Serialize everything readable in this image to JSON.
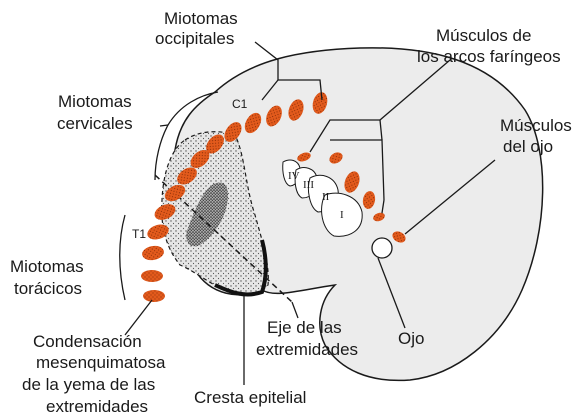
{
  "labels": {
    "miotomas_occipitales_1": "Miotomas",
    "miotomas_occipitales_2": "occipitales",
    "musculos_arcos_1": "Músculos de",
    "musculos_arcos_2": "los arcos faríngeos",
    "miotomas_cervicales_1": "Miotomas",
    "miotomas_cervicales_2": "cervicales",
    "musculos_ojo_1": "Músculos",
    "musculos_ojo_2": "del ojo",
    "miotomas_toracicos_1": "Miotomas",
    "miotomas_toracicos_2": "torácicos",
    "condensacion_1": "Condensación",
    "condensacion_2": "mesenquimatosa",
    "condensacion_3": "de la yema de las",
    "condensacion_4": "extremidades",
    "eje_1": "Eje de las",
    "eje_2": "extremidades",
    "ojo": "Ojo",
    "cresta": "Cresta epitelial",
    "c1": "C1",
    "t1": "T1",
    "arch_iv": "IV",
    "arch_iii": "III",
    "arch_ii": "II",
    "arch_i": "I"
  },
  "colors": {
    "somite": "#e25a1c",
    "embryo": "#ececec",
    "outline": "#1a1a1a"
  }
}
